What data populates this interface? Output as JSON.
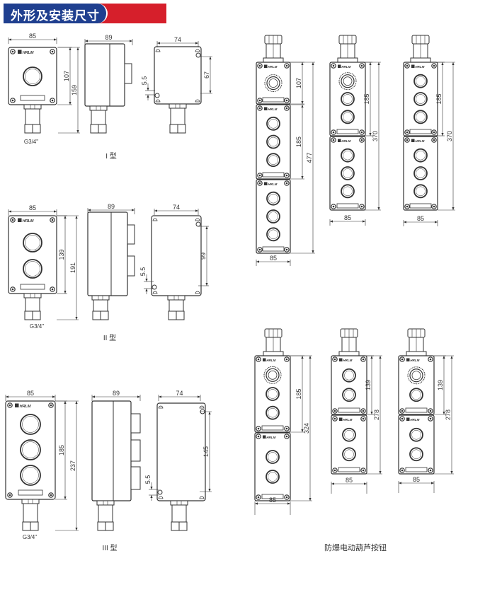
{
  "header": {
    "title": "外形及安装尺寸"
  },
  "colors": {
    "header_blue": "#1f3f8f",
    "header_red": "#d61f2b",
    "line": "#333333"
  },
  "type_i": {
    "label": "I 型",
    "width": "85",
    "depth": "89",
    "mount_width": "74",
    "box_height": "107",
    "total_height": "159",
    "mount_height": "67",
    "hole": "5.5",
    "thread": "G3/4\""
  },
  "type_ii": {
    "label": "II 型",
    "width": "85",
    "depth": "89",
    "mount_width": "74",
    "box_height": "139",
    "total_height": "191",
    "mount_height": "99",
    "hole": "5.5",
    "thread": "G3/4\""
  },
  "type_iii": {
    "label": "III 型",
    "width": "85",
    "depth": "89",
    "mount_width": "74",
    "box_height": "185",
    "total_height": "237",
    "mount_height": "145",
    "hole": "5.5",
    "thread": "G3/4\""
  },
  "pendants": {
    "caption": "防爆电动葫芦按钮",
    "logo": "HRLM",
    "p1": {
      "width": "85",
      "top_box": "107",
      "mid_box": "185",
      "total": "477"
    },
    "p2": {
      "width": "85",
      "box": "185",
      "total": "370"
    },
    "p3": {
      "width": "85",
      "box": "185",
      "total": "370"
    },
    "p4": {
      "width": "85",
      "box": "185",
      "total": "324"
    },
    "p5": {
      "width": "85",
      "box": "139",
      "total": "278"
    },
    "p6": {
      "width": "85",
      "box": "139",
      "total": "278"
    }
  }
}
